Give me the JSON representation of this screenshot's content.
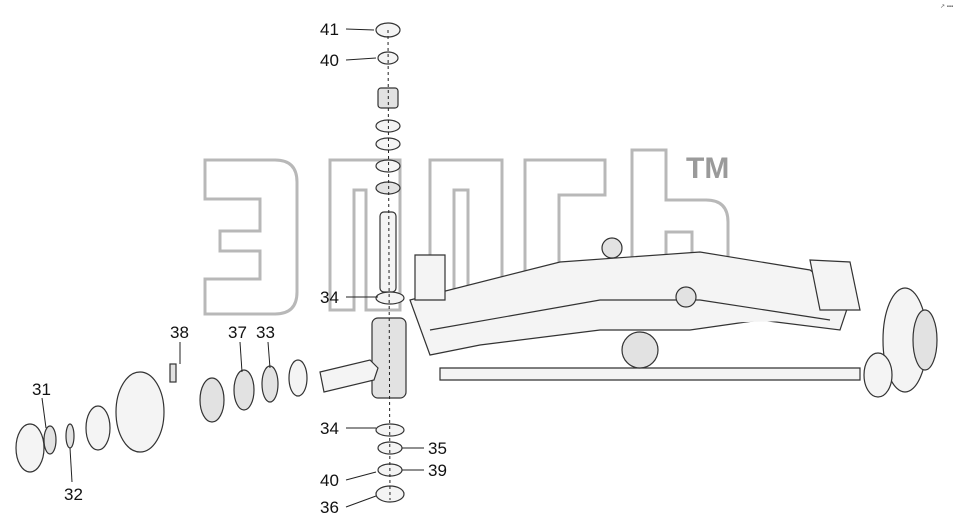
{
  "corner_mark": "↗ ▪▪▪",
  "watermark": {
    "trademark": "TM"
  },
  "callouts": [
    {
      "id": "c41a",
      "label": "41"
    },
    {
      "id": "c40a",
      "label": "40"
    },
    {
      "id": "c34a",
      "label": "34"
    },
    {
      "id": "c38",
      "label": "38"
    },
    {
      "id": "c37",
      "label": "37"
    },
    {
      "id": "c33",
      "label": "33"
    },
    {
      "id": "c31",
      "label": "31"
    },
    {
      "id": "c32",
      "label": "32"
    },
    {
      "id": "c34b",
      "label": "34"
    },
    {
      "id": "c35",
      "label": "35"
    },
    {
      "id": "c40b",
      "label": "40"
    },
    {
      "id": "c39",
      "label": "39"
    },
    {
      "id": "c36",
      "label": "36"
    }
  ]
}
